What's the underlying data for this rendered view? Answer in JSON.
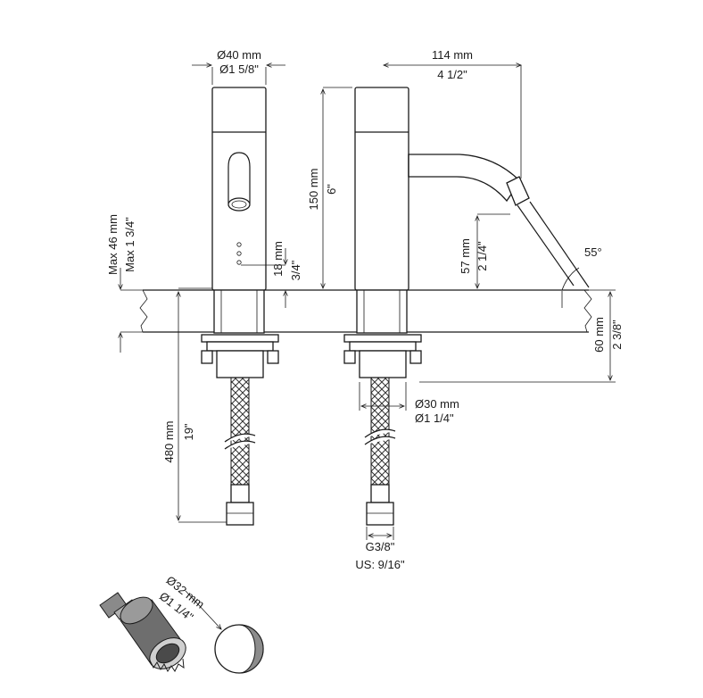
{
  "dimensions": {
    "spout_diameter_mm": "Ø40 mm",
    "spout_diameter_in": "Ø1 5/8\"",
    "reach_mm": "114 mm",
    "reach_in": "4 1/2\"",
    "height_mm": "150 mm",
    "height_in": "6\"",
    "max_deck_mm": "Max 46 mm",
    "max_deck_in": "Max 1 3/4\"",
    "sensor_height_mm": "18 mm",
    "sensor_height_in": "3/4\"",
    "spout_height_mm": "57 mm",
    "spout_height_in": "2 1/4\"",
    "angle": "55°",
    "shank_length_mm": "60 mm",
    "shank_length_in": "2 3/8\"",
    "shank_diameter_mm": "Ø30 mm",
    "shank_diameter_in": "Ø1 1/4\"",
    "hose_length_mm": "480 mm",
    "hose_length_in": "19\"",
    "thread": "G3/8\"",
    "thread_us": "US: 9/16\"",
    "hole_diameter_mm": "Ø32 mm",
    "hole_diameter_in": "Ø1 1/4\""
  },
  "colors": {
    "line": "#1a1a1a",
    "deck_fill": "#ffffff",
    "metal_grey": "#9a9a9a",
    "dark_grey": "#5a5a5a"
  },
  "icons": {
    "hole_saw": "hole-saw-icon",
    "drilled_hole": "drilled-hole-icon"
  }
}
